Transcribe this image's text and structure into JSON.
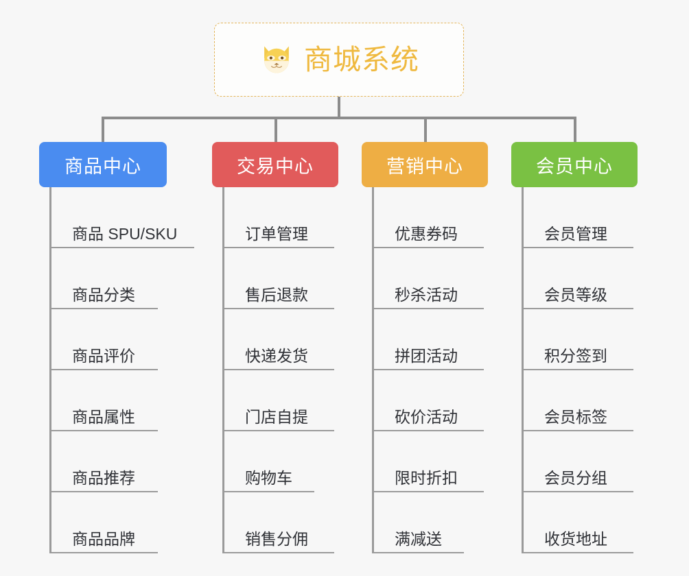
{
  "page": {
    "background": "#f7f7f7",
    "line_color": "#8c8c8c"
  },
  "root": {
    "title": "商城系统",
    "icon": "shiba-dog-face-icon",
    "border_color": "#e3b458",
    "text_color": "#efb93f"
  },
  "branches": [
    {
      "label": "商品中心",
      "color": "#4a8cf0",
      "items": [
        "商品 SPU/SKU",
        "商品分类",
        "商品评价",
        "商品属性",
        "商品推荐",
        "商品品牌"
      ]
    },
    {
      "label": "交易中心",
      "color": "#e15b5b",
      "items": [
        "订单管理",
        "售后退款",
        "快递发货",
        "门店自提",
        "购物车",
        "销售分佣"
      ]
    },
    {
      "label": "营销中心",
      "color": "#eeae44",
      "items": [
        "优惠券码",
        "秒杀活动",
        "拼团活动",
        "砍价活动",
        "限时折扣",
        "满减送"
      ]
    },
    {
      "label": "会员中心",
      "color": "#7ac143",
      "items": [
        "会员管理",
        "会员等级",
        "积分签到",
        "会员标签",
        "会员分组",
        "收货地址"
      ]
    }
  ]
}
